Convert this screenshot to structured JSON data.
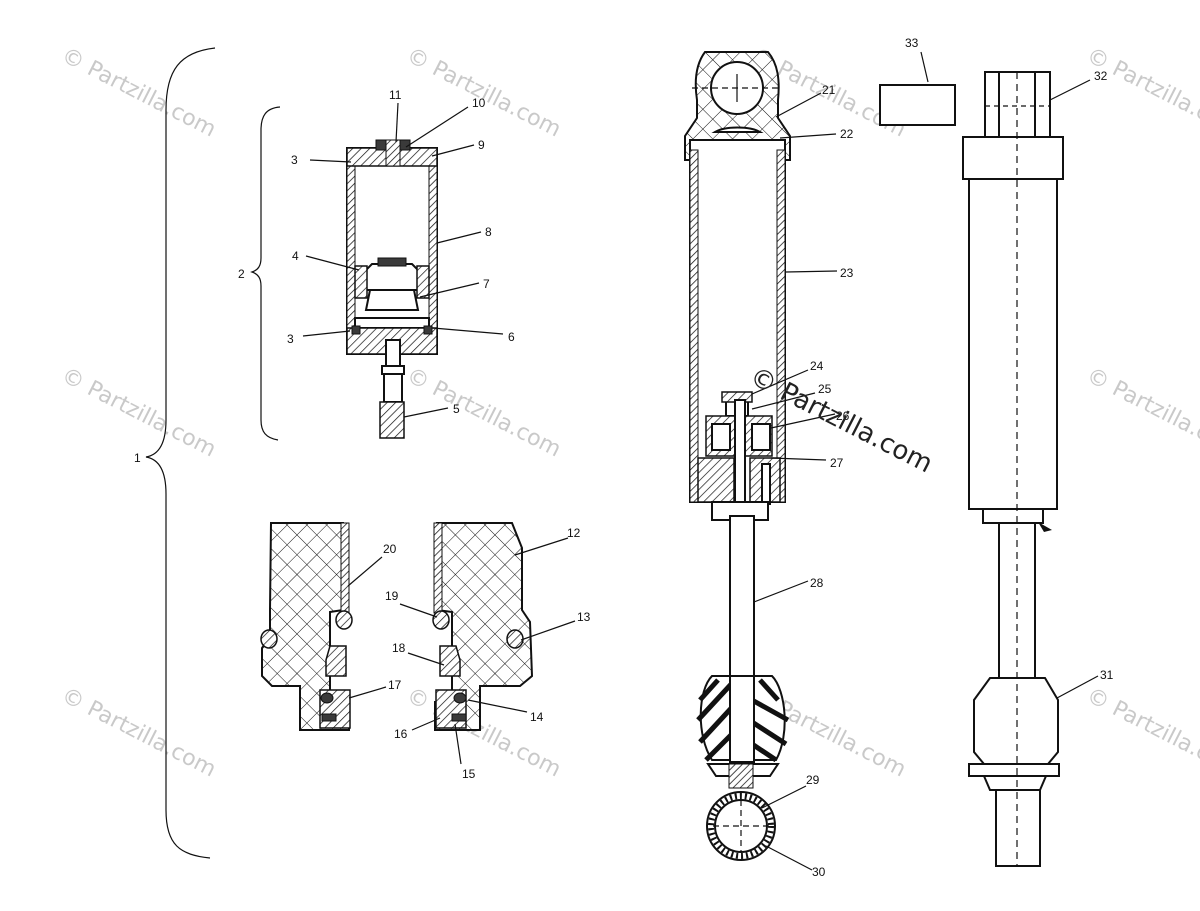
{
  "labels": {
    "l1": "1",
    "l2": "2",
    "l3a": "3",
    "l3b": "3",
    "l4": "4",
    "l5": "5",
    "l6": "6",
    "l7": "7",
    "l8": "8",
    "l9": "9",
    "l10": "10",
    "l11": "11",
    "l12": "12",
    "l13": "13",
    "l14": "14",
    "l15": "15",
    "l16": "16",
    "l17": "17",
    "l18": "18",
    "l19": "19",
    "l20": "20",
    "l21": "21",
    "l22": "22",
    "l23": "23",
    "l24": "24",
    "l25": "25",
    "l26": "26",
    "l27": "27",
    "l28": "28",
    "l29": "29",
    "l30": "30",
    "l31": "31",
    "l32": "32",
    "l33": "33"
  },
  "watermark": {
    "text": "© Partzilla.com",
    "center_text": "© Partzilla.com"
  }
}
